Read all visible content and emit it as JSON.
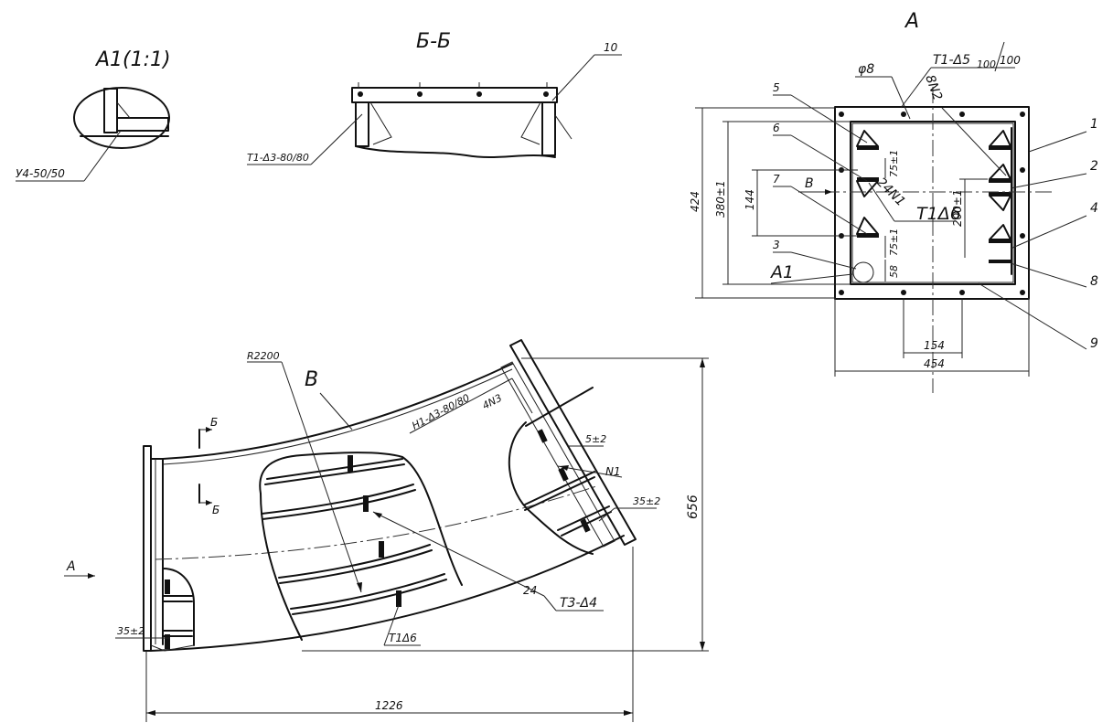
{
  "views": {
    "detail_title": "A1(1:1)",
    "section_title": "Б-Б",
    "view_a_title": "A",
    "view_b_title": "B"
  },
  "detail": {
    "weld": "У4-50/50"
  },
  "section": {
    "weld": "Т1-Δ3-80/80",
    "leader_10": "10"
  },
  "view_a": {
    "hole": "φ8",
    "weld_top": "Т1-Δ5",
    "weld_top_ratio_a": "100",
    "weld_top_ratio_b": "100",
    "weld_mid": "Т1Δ6",
    "note_8n2": "8N2",
    "note_24n1": "24N1",
    "dim_424": "424",
    "dim_380": "380±1",
    "dim_144": "144",
    "dim_75_top": "75±1",
    "dim_75_bot": "75±1",
    "dim_58": "58",
    "dim_200": "200±1",
    "dim_154": "154",
    "dim_454": "454",
    "label_b": "B",
    "label_a1": "A1",
    "parts": [
      "1",
      "2",
      "4",
      "8",
      "9",
      "3",
      "7",
      "6",
      "5"
    ]
  },
  "main": {
    "radius": "R2200",
    "weld_top": "Н1-Δ3-80/80",
    "note_4n3": "4N3",
    "dim_5": "5±2",
    "note_n1": "N1",
    "dim_35_right": "35±2",
    "dim_35_left": "35±2",
    "dim_656": "656",
    "dim_1226": "1226",
    "weld_t3": "Т3-Δ4",
    "weld_t1": "Т1Δ6",
    "leader_24": "24",
    "cut_b": "Б",
    "arrow_a": "A"
  }
}
